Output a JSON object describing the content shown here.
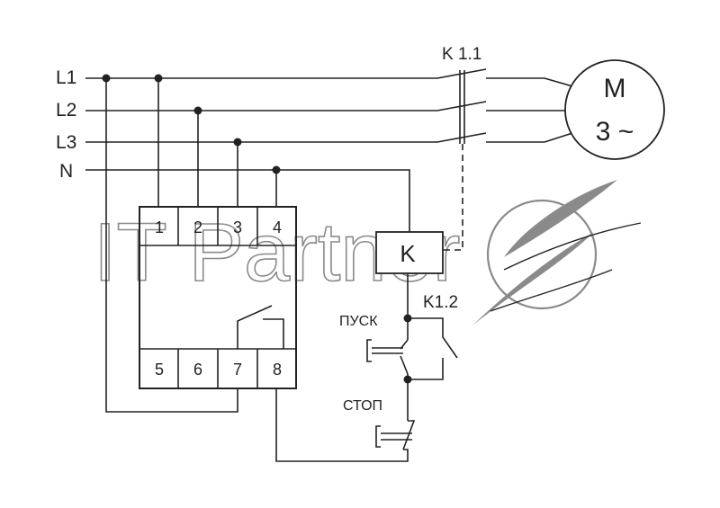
{
  "lines": {
    "l1": "L1",
    "l2": "L2",
    "l3": "L3",
    "n": "N"
  },
  "contactor": {
    "main_contact_label": "K 1.1",
    "coil_label": "K",
    "aux_contact_label": "K1.2"
  },
  "motor": {
    "letter": "M",
    "rating": "3 ~"
  },
  "relay": {
    "terminals_top": [
      "1",
      "2",
      "3",
      "4"
    ],
    "terminals_bottom": [
      "5",
      "6",
      "7",
      "8"
    ]
  },
  "buttons": {
    "start_label": "ПУСК",
    "stop_label": "СТОП"
  },
  "watermark": {
    "text": "IT Partner"
  }
}
